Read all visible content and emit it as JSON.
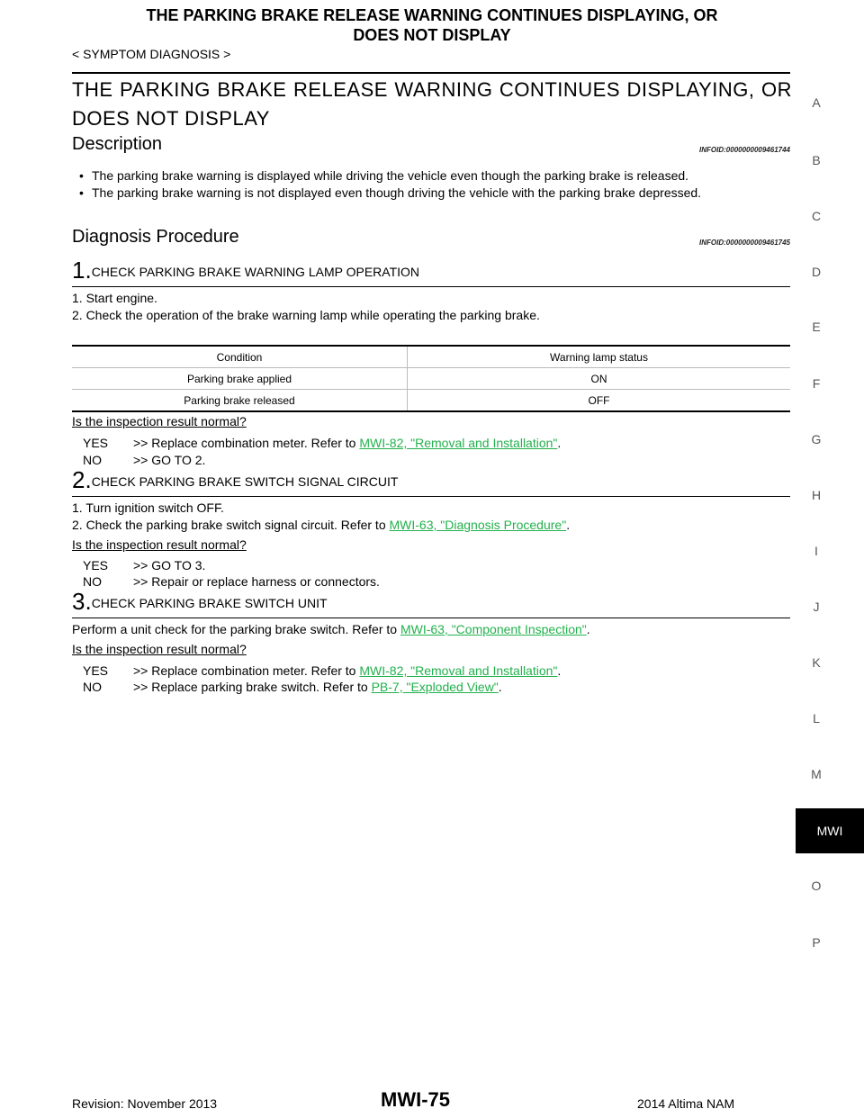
{
  "header": {
    "title_line1": "THE PARKING BRAKE RELEASE WARNING CONTINUES DISPLAYING, OR",
    "title_line2": "DOES NOT DISPLAY",
    "section": "< SYMPTOM DIAGNOSIS >"
  },
  "main_title": "THE PARKING BRAKE RELEASE WARNING CONTINUES DISPLAYING, OR DOES NOT DISPLAY",
  "description": {
    "heading": "Description",
    "infoid": "INFOID:0000000009461744",
    "bullets": [
      "The parking brake warning is displayed while driving the vehicle even though the parking brake is released.",
      "The parking brake warning is not displayed even though driving the vehicle with the parking brake depressed."
    ]
  },
  "diagnosis": {
    "heading": "Diagnosis Procedure",
    "infoid": "INFOID:0000000009461745",
    "step1": {
      "num": "1.",
      "title": "CHECK PARKING BRAKE WARNING LAMP OPERATION",
      "lines": [
        "1. Start engine.",
        "2. Check the operation of the brake warning lamp while operating the parking brake."
      ],
      "table": {
        "headers": [
          "Condition",
          "Warning lamp status"
        ],
        "rows": [
          [
            "Parking brake applied",
            "ON"
          ],
          [
            "Parking brake released",
            "OFF"
          ]
        ]
      },
      "question": "Is the inspection result normal?",
      "yes_tag": "YES",
      "yes_text": ">> Replace combination meter. Refer to ",
      "yes_link": "MWI-82, \"Removal and Installation\"",
      "no_tag": "NO",
      "no_text": ">> GO TO 2."
    },
    "step2": {
      "num": "2.",
      "title": "CHECK PARKING BRAKE SWITCH SIGNAL CIRCUIT",
      "line1": "1. Turn ignition switch OFF.",
      "line2_text": "2. Check the parking brake switch signal circuit. Refer to ",
      "line2_link": "MWI-63, \"Diagnosis Procedure\"",
      "question": "Is the inspection result normal?",
      "yes_tag": "YES",
      "yes_text": ">> GO TO 3.",
      "no_tag": "NO",
      "no_text": ">> Repair or replace harness or connectors."
    },
    "step3": {
      "num": "3.",
      "title": "CHECK PARKING BRAKE SWITCH UNIT",
      "line_text": "Perform a unit check for the parking brake switch. Refer to ",
      "line_link": "MWI-63, \"Component Inspection\"",
      "question": "Is the inspection result normal?",
      "yes_tag": "YES",
      "yes_text": ">> Replace combination meter. Refer to ",
      "yes_link": "MWI-82, \"Removal and Installation\"",
      "no_tag": "NO",
      "no_text": ">> Replace parking brake switch. Refer to ",
      "no_link": "PB-7, \"Exploded View\""
    }
  },
  "margin_index": [
    "A",
    "B",
    "C",
    "D",
    "E",
    "F",
    "G",
    "H",
    "I",
    "J",
    "K",
    "L",
    "M",
    "O",
    "P"
  ],
  "section_tab": "MWI",
  "footer": {
    "revision": "Revision: November 2013",
    "page": "MWI-75",
    "model": "2014 Altima NAM"
  },
  "colors": {
    "link": "#22b14c"
  }
}
